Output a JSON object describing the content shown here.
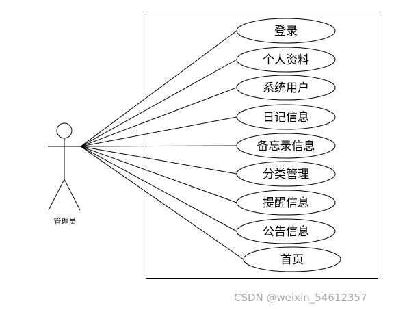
{
  "actor": {
    "label": "管理员"
  },
  "use_cases": [
    {
      "label": "登录"
    },
    {
      "label": "个人资料"
    },
    {
      "label": "系统用户"
    },
    {
      "label": "日记信息"
    },
    {
      "label": "备忘录信息"
    },
    {
      "label": "分类管理"
    },
    {
      "label": "提醒信息"
    },
    {
      "label": "公告信息"
    },
    {
      "label": "首页"
    }
  ],
  "watermark": "CSDN @weixin_54612357"
}
